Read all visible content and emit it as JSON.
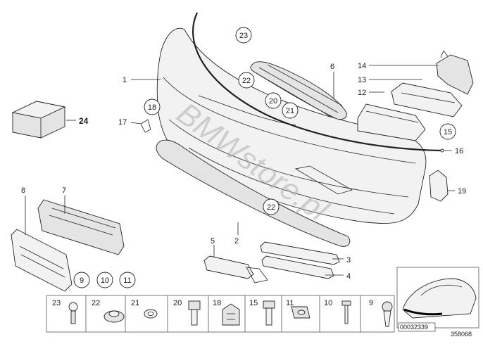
{
  "diagram": {
    "callouts": {
      "c1": "1",
      "c2": "2",
      "c3": "3",
      "c4": "4",
      "c5": "5",
      "c6": "6",
      "c7": "7",
      "c8": "8",
      "c9": "9",
      "c10": "10",
      "c11": "11",
      "c12": "12",
      "c13": "13",
      "c14": "14",
      "c15": "15",
      "c16": "16",
      "c17": "17",
      "c18": "18",
      "c19": "19",
      "c20": "20",
      "c21": "21",
      "c22a": "22",
      "c22b": "22",
      "c23": "23",
      "c24": "24"
    },
    "circled_labels": {
      "i23": "23",
      "i22a": "22",
      "i20": "20",
      "i21": "21",
      "i18": "18",
      "i15": "15",
      "i22b": "22",
      "i9": "9",
      "i10": "10",
      "i11": "11"
    },
    "legend_cells": [
      "23",
      "22",
      "21",
      "20",
      "18",
      "15",
      "11",
      "10",
      "9"
    ],
    "inset_code": "00032339",
    "diagram_number": "358068",
    "watermark": "BMWstore.pl"
  }
}
